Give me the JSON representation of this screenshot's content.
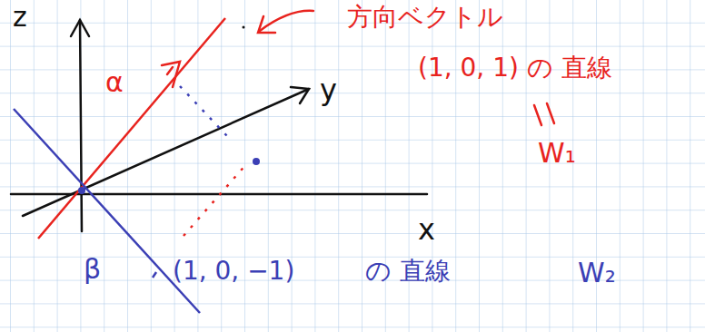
{
  "diagram": {
    "labels": [
      "z",
      "y",
      "x",
      "α",
      "方向ベクトル",
      "(1, 0, 1) の 直線",
      "W₁",
      "β",
      "(1, 0, −1)",
      "の 直線",
      "W₂"
    ]
  }
}
